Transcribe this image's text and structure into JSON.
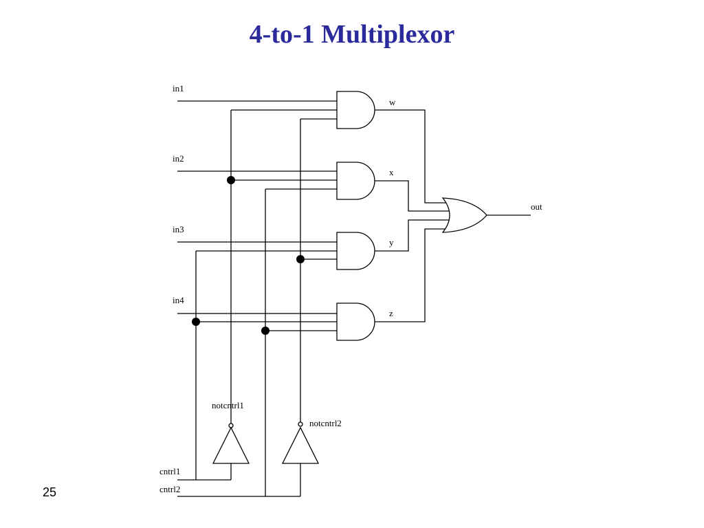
{
  "slide": {
    "title": "4-to-1 Multiplexor",
    "page_number": "25"
  },
  "diagram": {
    "inputs": [
      "in1",
      "in2",
      "in3",
      "in4"
    ],
    "controls": [
      "cntrl1",
      "cntrl2"
    ],
    "inverter_outputs": [
      "notcntrl1",
      "notcntrl2"
    ],
    "and_outputs": [
      "w",
      "x",
      "y",
      "z"
    ],
    "output": "out"
  }
}
